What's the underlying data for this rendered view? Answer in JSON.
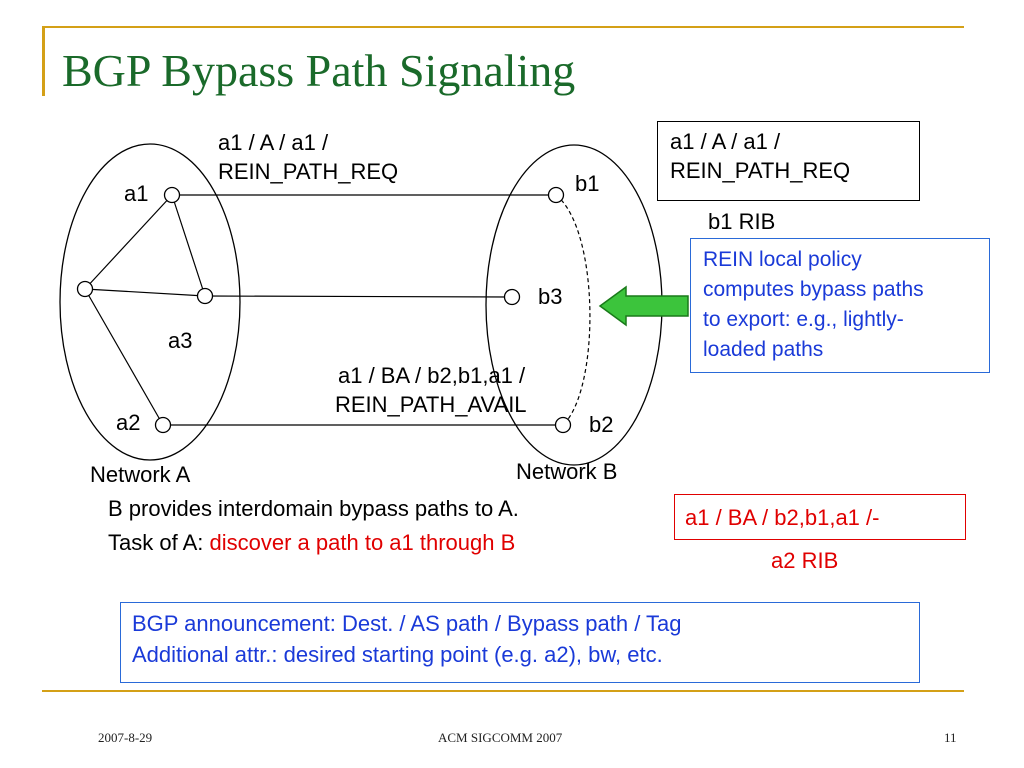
{
  "slide": {
    "title": "BGP Bypass Path Signaling",
    "accent_color": "#d4a017",
    "title_color": "#1a6a2a"
  },
  "diagram": {
    "msg_a1": {
      "line1": "a1 / A / a1 /",
      "line2": "REIN_PATH_REQ"
    },
    "msg_b_avail": {
      "line1": "a1 / BA / b2,b1,a1 /",
      "line2": "REIN_PATH_AVAIL"
    },
    "nodes": {
      "a1": "a1",
      "a2": "a2",
      "a3": "a3",
      "b1": "b1",
      "b2": "b2",
      "b3": "b3"
    },
    "networks": {
      "a": "Network A",
      "b": "Network B"
    }
  },
  "b1_rib": {
    "entry_line1": "a1 / A / a1 /",
    "entry_line2": "REIN_PATH_REQ",
    "label": "b1 RIB"
  },
  "policy_note": {
    "line1": "REIN local policy",
    "line2": "computes bypass paths",
    "line3": "to export: e.g., lightly-",
    "line4": "loaded paths"
  },
  "description": {
    "line1": "B provides interdomain bypass paths to A.",
    "line2_prefix": "Task of A:",
    "line2_highlight": "discover a path to a1 through B"
  },
  "a2_rib": {
    "entry": "a1 / BA / b2,b1,a1 /-",
    "label": "a2 RIB"
  },
  "announcement": {
    "line1": "BGP announcement: Dest. / AS path / Bypass path / Tag",
    "line2": "Additional attr.: desired starting point (e.g. a2), bw, etc."
  },
  "footer": {
    "date": "2007-8-29",
    "venue": "ACM SIGCOMM 2007",
    "page": "11"
  }
}
